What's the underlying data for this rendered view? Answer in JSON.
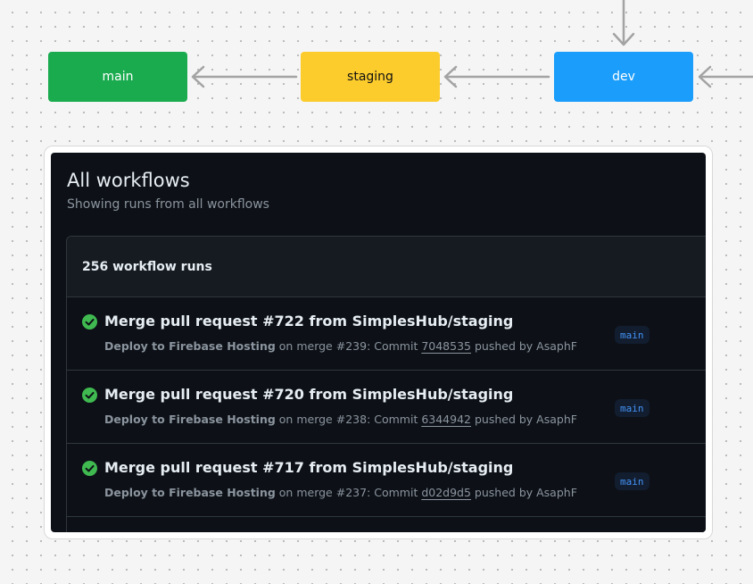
{
  "diagram": {
    "branches": [
      {
        "id": "main",
        "label": "main",
        "color": "#1aab4f"
      },
      {
        "id": "staging",
        "label": "staging",
        "color": "#fccc2d"
      },
      {
        "id": "dev",
        "label": "dev",
        "color": "#1a9dfb"
      }
    ],
    "arrow_color": "#a3a3a3"
  },
  "workflows": {
    "title": "All workflows",
    "subtitle": "Showing runs from all workflows",
    "count_label": "256 workflow runs",
    "status_color": "#3fb950",
    "runs": [
      {
        "title": "Merge pull request #722 from SimplesHub/staging",
        "workflow": "Deploy to Firebase Hosting",
        "event": " on merge ",
        "run_number": "#239",
        "commit_prefix": ": Commit ",
        "sha": "7048535",
        "pushed_by": " pushed by AsaphF",
        "branch": "main",
        "status": "success"
      },
      {
        "title": "Merge pull request #720 from SimplesHub/staging",
        "workflow": "Deploy to Firebase Hosting",
        "event": " on merge ",
        "run_number": "#238",
        "commit_prefix": ": Commit ",
        "sha": "6344942",
        "pushed_by": " pushed by AsaphF",
        "branch": "main",
        "status": "success"
      },
      {
        "title": "Merge pull request #717 from SimplesHub/staging",
        "workflow": "Deploy to Firebase Hosting",
        "event": " on merge ",
        "run_number": "#237",
        "commit_prefix": ": Commit ",
        "sha": "d02d9d5",
        "pushed_by": " pushed by AsaphF",
        "branch": "main",
        "status": "success"
      }
    ]
  }
}
